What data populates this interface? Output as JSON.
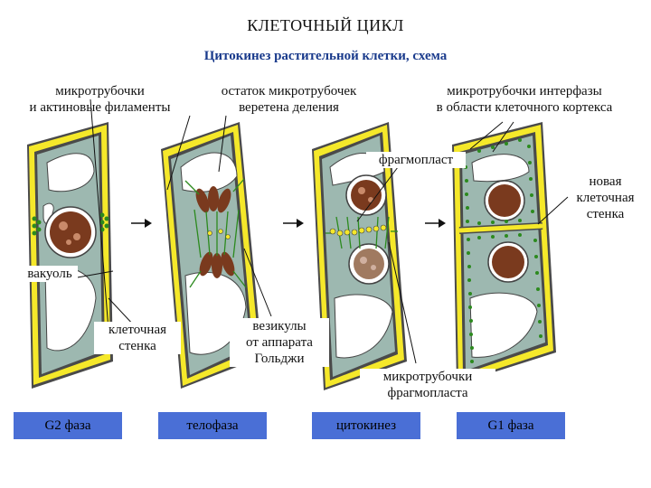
{
  "title": "КЛЕТОЧНЫЙ ЦИКЛ",
  "subtitle": "Цитокинез растительной клетки, схема",
  "labels": {
    "microtubules_actin_1": "микротрубочки",
    "microtubules_actin_2": "и актиновые филаменты",
    "spindle_remnant_1": "остаток микротрубочек",
    "spindle_remnant_2": "веретена деления",
    "interphase_mt_1": "микротрубочки интерфазы",
    "interphase_mt_2": "в области клеточного кортекса",
    "phragmoplast": "фрагмопласт",
    "new_wall_1": "новая",
    "new_wall_2": "клеточная",
    "new_wall_3": "стенка",
    "vacuole": "вакуоль",
    "cell_wall_1": "клеточная",
    "cell_wall_2": "стенка",
    "golgi_1": "везикулы",
    "golgi_2": "от аппарата",
    "golgi_3": "Гольджи",
    "phragmoplast_mt_1": "микротрубочки",
    "phragmoplast_mt_2": "фрагмопласта"
  },
  "phases": [
    "G2 фаза",
    "телофаза",
    "цитокинез",
    "G1 фаза"
  ],
  "colors": {
    "cell_wall": "#f5e82a",
    "cytoplasm": "#9db8b0",
    "nucleus": "#7a3a1e",
    "microtubules": "#2c8a1e",
    "phase_box": "#4a6fd6"
  }
}
